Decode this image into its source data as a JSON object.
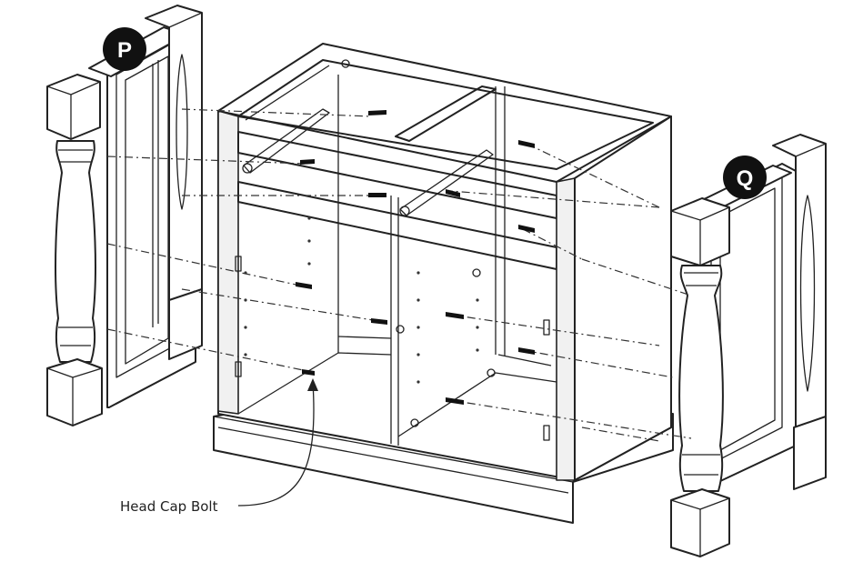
{
  "callouts": {
    "left_leg_letter": "P",
    "right_leg_letter": "Q"
  },
  "label": {
    "bolt_text": "Head Cap Bolt"
  },
  "colors": {
    "line": "#222222",
    "badge_fill": "#111111",
    "badge_text": "#ffffff",
    "background": "#ffffff"
  }
}
